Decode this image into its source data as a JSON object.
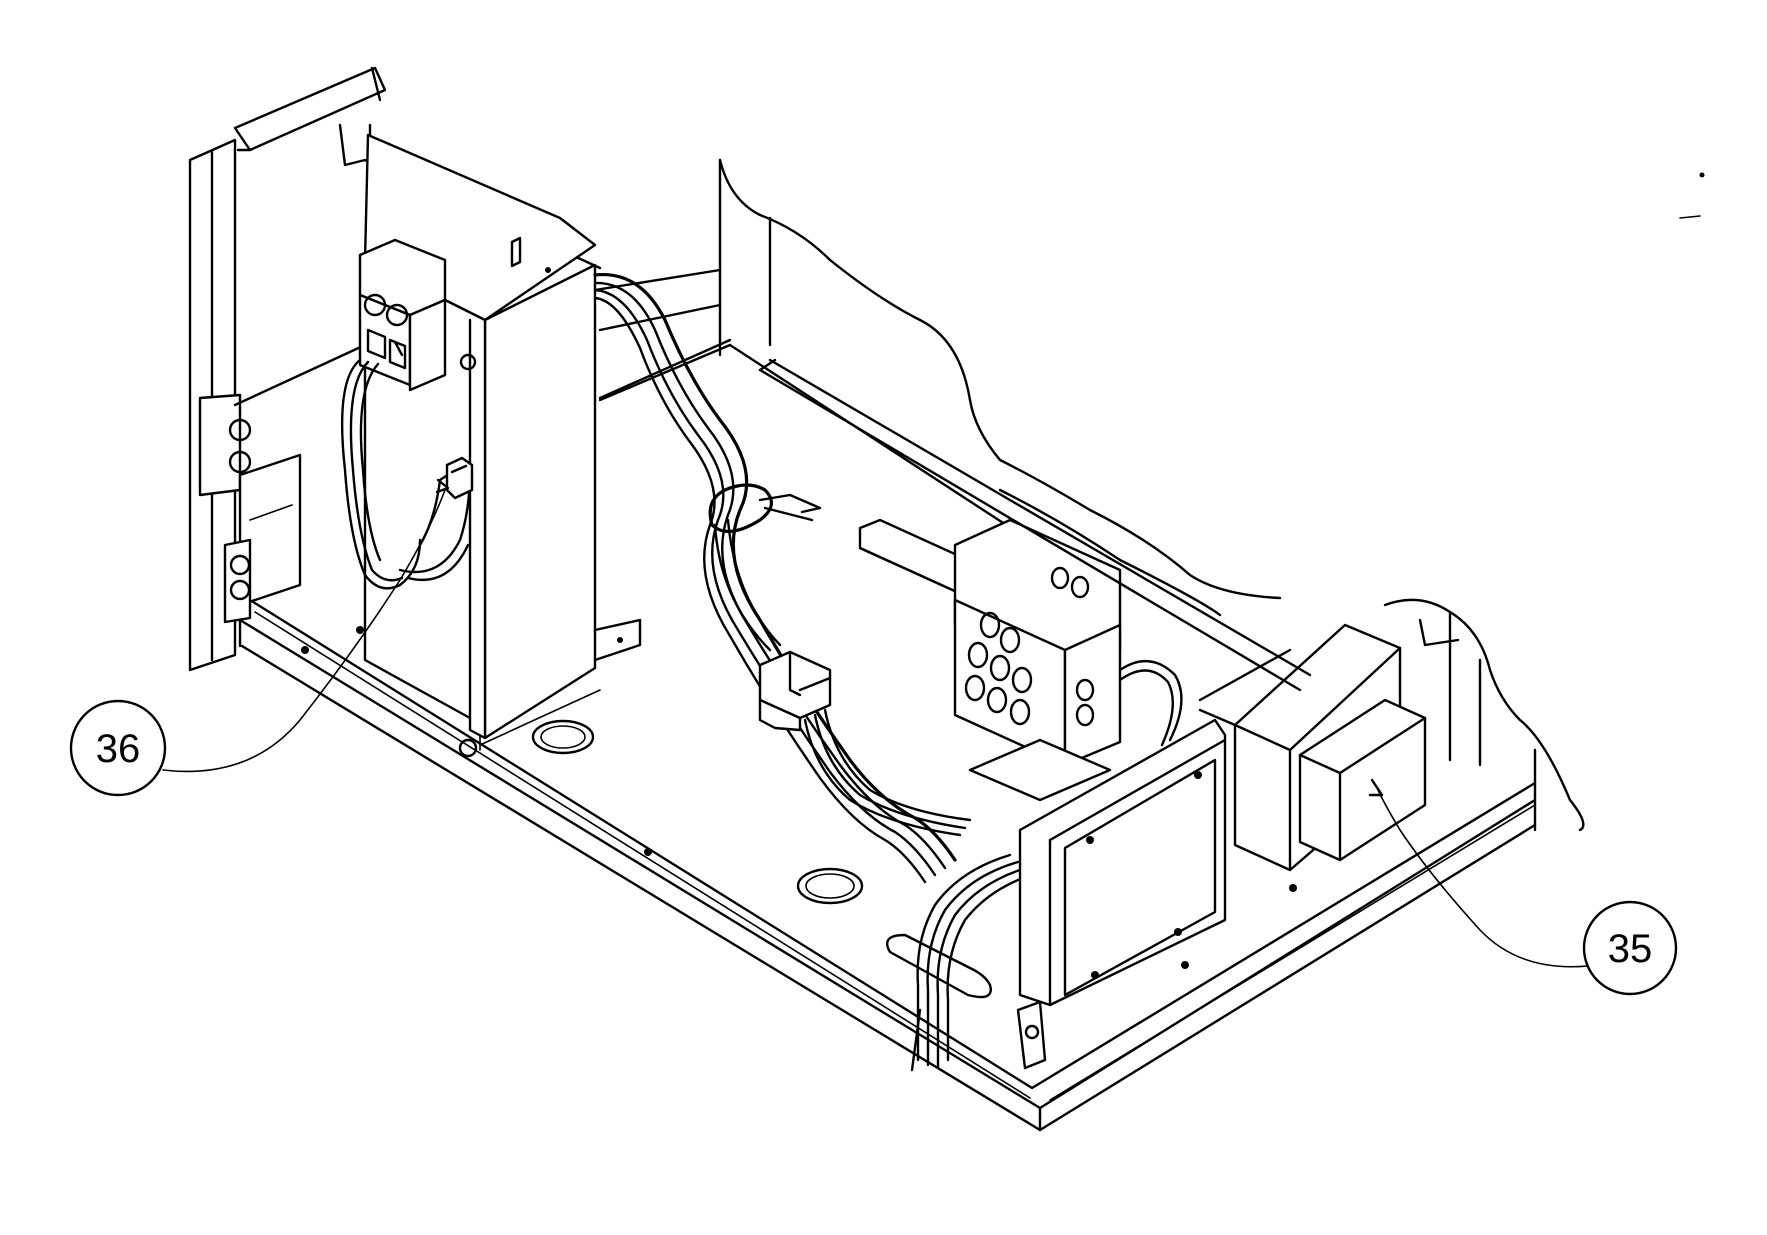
{
  "callouts": [
    {
      "id": "36",
      "label": "36"
    },
    {
      "id": "35",
      "label": "35"
    }
  ]
}
